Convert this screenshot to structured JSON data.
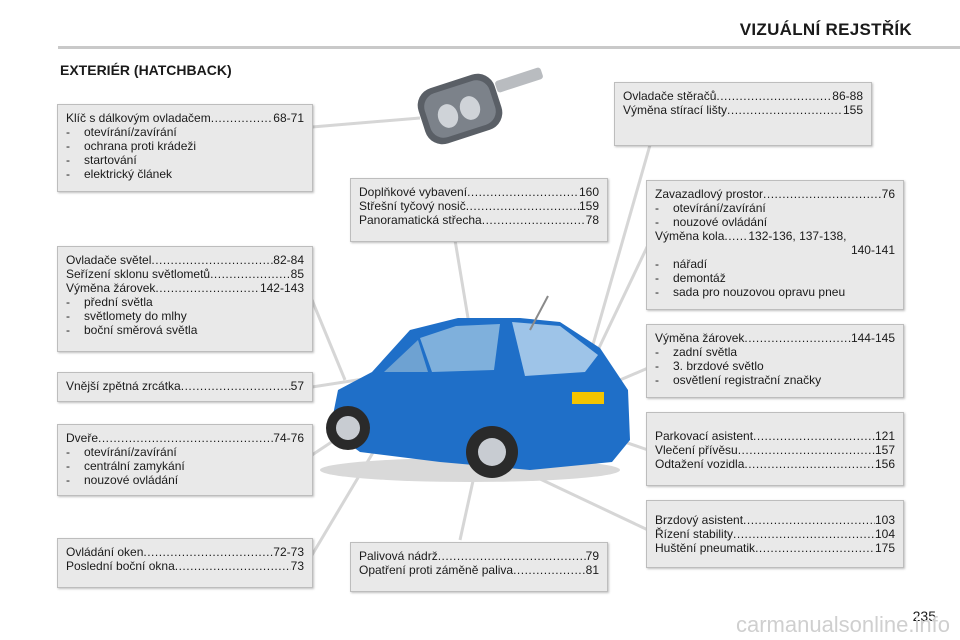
{
  "header": {
    "title": "VIZUÁLNÍ REJSTŘÍK"
  },
  "section": {
    "title": "EXTERIÉR (HATCHBACK)"
  },
  "boxes": {
    "key": {
      "rows": [
        {
          "label": "Klíč s dálkovým ovladačem",
          "page": "68-71"
        }
      ],
      "bullets": [
        "otevírání/zavírání",
        "ochrana proti krádeži",
        "startování",
        "elektrický článek"
      ]
    },
    "lights": {
      "rows": [
        {
          "label": "Ovladače světel",
          "page": "82-84"
        },
        {
          "label": "Seřízení sklonu světlometů",
          "page": "85"
        },
        {
          "label": "Výměna žárovek",
          "page": "142-143"
        }
      ],
      "bullets": [
        "přední světla",
        "světlomety do mlhy",
        "boční směrová světla"
      ]
    },
    "mirror": {
      "rows": [
        {
          "label": "Vnější zpětná zrcátka",
          "page": "57"
        }
      ]
    },
    "doors": {
      "rows": [
        {
          "label": "Dveře",
          "page": "74-76"
        }
      ],
      "bullets": [
        "otevírání/zavírání",
        "centrální zamykání",
        "nouzové ovládání"
      ]
    },
    "windows": {
      "rows": [
        {
          "label": "Ovládání oken",
          "page": "72-73"
        },
        {
          "label": "Poslední boční okna",
          "page": "73"
        }
      ]
    },
    "equipment": {
      "rows": [
        {
          "label": "Doplňkové vybavení",
          "page": "160"
        },
        {
          "label": "Střešní tyčový nosič",
          "page": "159"
        },
        {
          "label": "Panoramatická střecha",
          "page": "78"
        }
      ]
    },
    "fuel": {
      "rows": [
        {
          "label": "Palivová nádrž",
          "page": "79"
        },
        {
          "label": "Opatření proti záměně paliva",
          "page": "81"
        }
      ]
    },
    "wipers": {
      "rows": [
        {
          "label": "Ovladače stěračů",
          "page": "86-88"
        },
        {
          "label": "Výměna stírací lišty",
          "page": "155"
        }
      ]
    },
    "boot": {
      "rows": [
        {
          "label": "Zavazadlový prostor",
          "page": "76"
        }
      ],
      "bullets": [
        "otevírání/zavírání",
        "nouzové ovládání"
      ],
      "wheel_label": "Výměna kola",
      "wheel_pages_1": "132-136, 137-138,",
      "wheel_pages_2": "140-141",
      "bullets2": [
        "nářadí",
        "demontáž",
        "sada pro nouzovou opravu pneu"
      ]
    },
    "rear_bulbs": {
      "rows": [
        {
          "label": "Výměna žárovek",
          "page": "144-145"
        }
      ],
      "bullets": [
        "zadní světla",
        "3. brzdové světlo",
        "osvětlení registrační značky"
      ]
    },
    "parking": {
      "rows": [
        {
          "label": "Parkovací asistent",
          "page": "121"
        },
        {
          "label": "Vlečení přívěsu",
          "page": "157"
        },
        {
          "label": "Odtažení vozidla",
          "page": "156"
        }
      ]
    },
    "brake": {
      "rows": [
        {
          "label": "Brzdový asistent",
          "page": "103"
        },
        {
          "label": "Řízení stability",
          "page": "104"
        },
        {
          "label": "Huštění pneumatik",
          "page": "175"
        }
      ]
    }
  },
  "page_number": "235",
  "watermark": "carmanualsonline.info",
  "colors": {
    "car_body": "#1f6fc8",
    "box_bg": "#e9e9e9",
    "rule": "#c9c9c9"
  }
}
